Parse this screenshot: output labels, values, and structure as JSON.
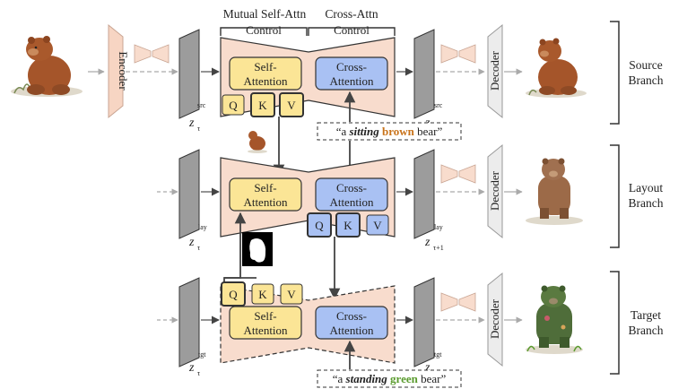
{
  "header": {
    "mutual_self_attn": "Mutual Self-Attn",
    "cross_attn": "Cross-Attn",
    "control_left": "Control",
    "control_right": "Control"
  },
  "encoder_label": "Encoder",
  "decoder_label": "Decoder",
  "self_attention_line1": "Self-",
  "self_attention_line2": "Attention",
  "cross_attention_line1": "Cross-",
  "cross_attention_line2": "Attention",
  "qkv": {
    "q": "Q",
    "k": "K",
    "v": "V"
  },
  "latent": {
    "z": "z",
    "tau": "τ",
    "tau_next": "τ+1",
    "src": "src",
    "lay": "lay",
    "tgt": "tgt"
  },
  "branches": {
    "source": {
      "line1": "Source",
      "line2": "Branch"
    },
    "layout": {
      "line1": "Layout",
      "line2": "Branch"
    },
    "target": {
      "line1": "Target",
      "line2": "Branch"
    }
  },
  "prompts": {
    "source": {
      "open": "“a ",
      "action": "sitting",
      "color_word": "brown",
      "close": " bear”",
      "color_hex": "#c9731a"
    },
    "target": {
      "open": "“a ",
      "action": "standing",
      "color_word": "green",
      "close": " bear”",
      "color_hex": "#5a9b2e"
    }
  },
  "colors": {
    "unet_fill": "#f8dccd",
    "self_attn_fill": "#fbe596",
    "cross_attn_fill": "#a9c1f3",
    "latent_fill": "#9c9c9c",
    "encoder_fill": "#f7d5c3"
  }
}
